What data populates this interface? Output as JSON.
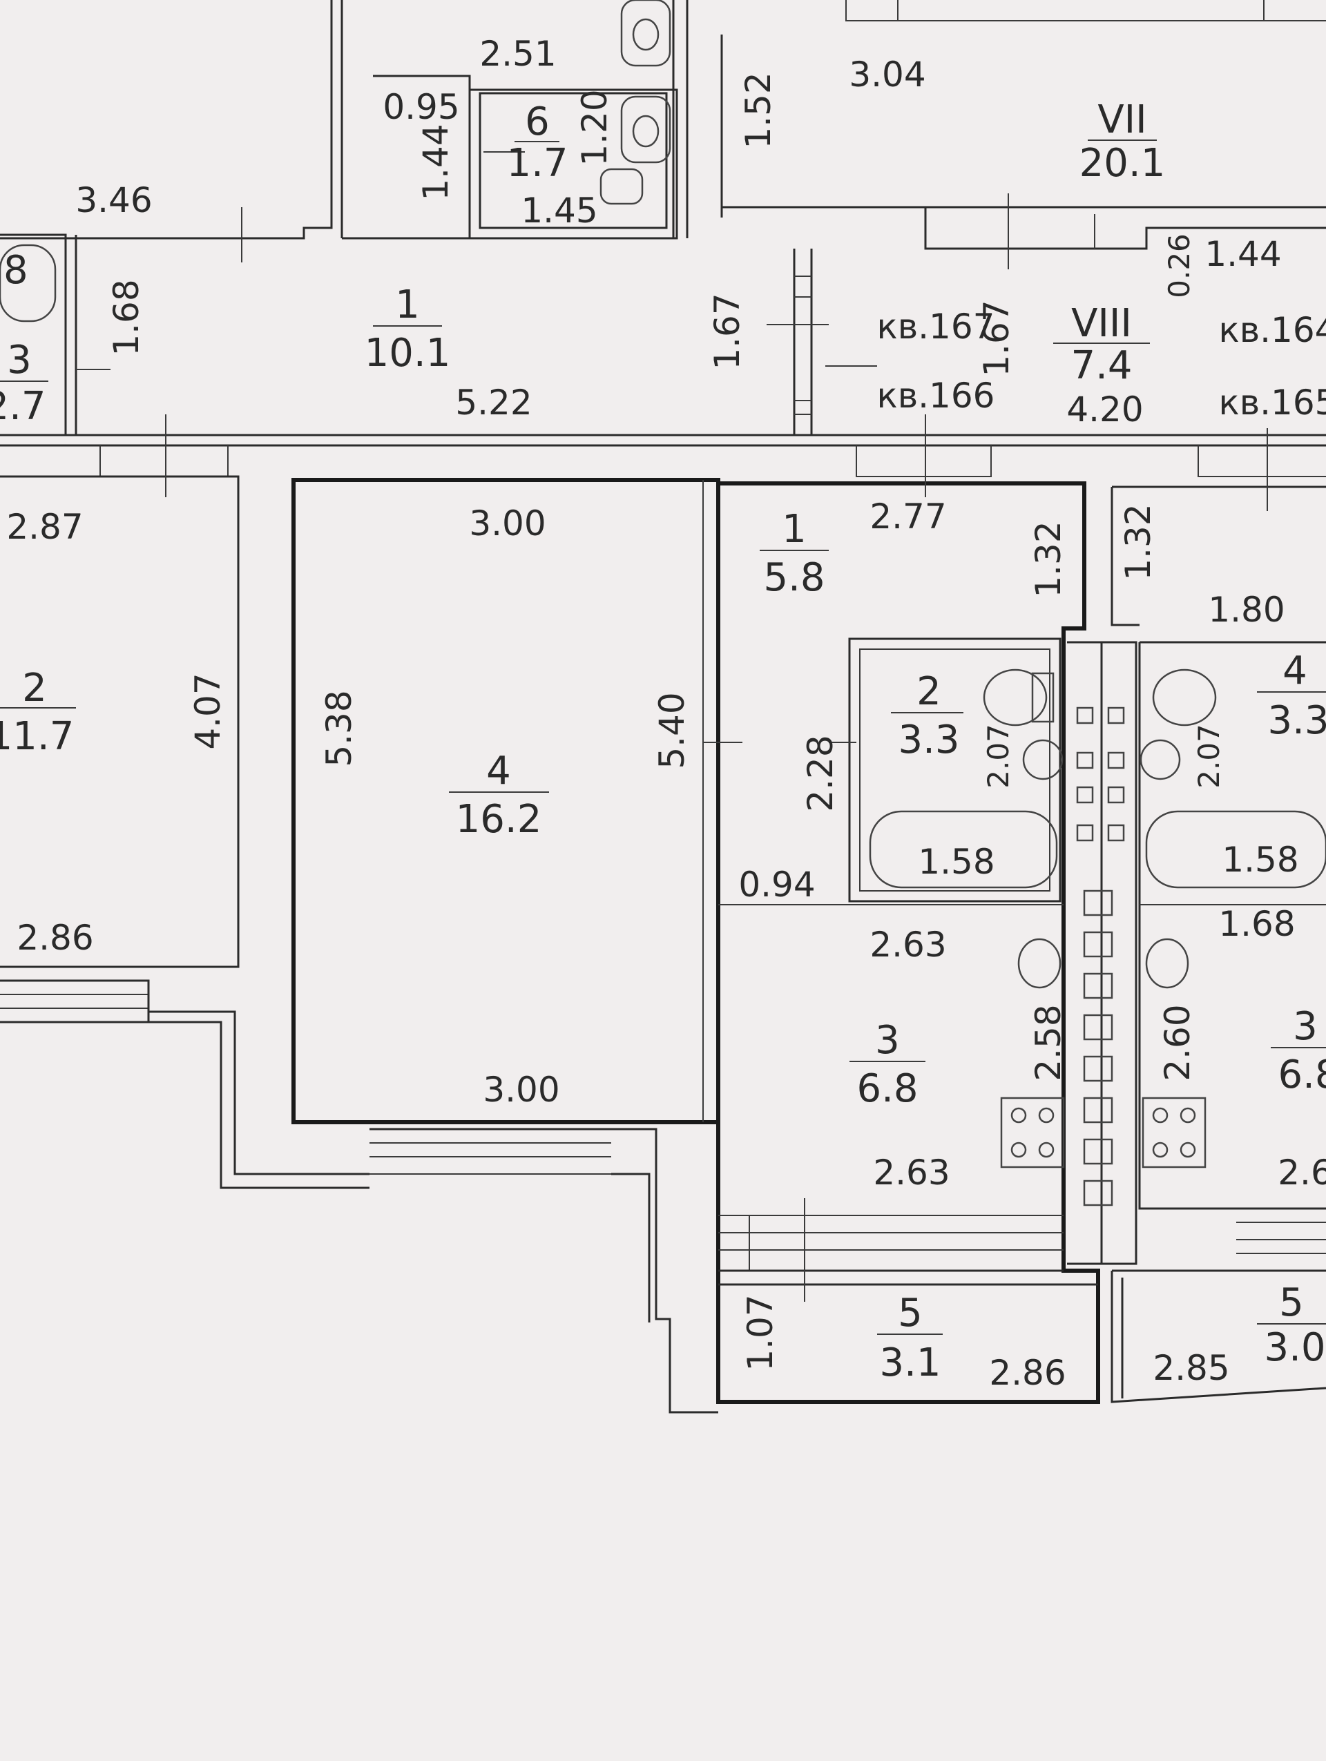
{
  "rooms": [
    {
      "num": "VII",
      "area": "20.1"
    },
    {
      "num": "VIII",
      "area": "7.4"
    },
    {
      "num": "6",
      "area": "1.7"
    },
    {
      "num": "1",
      "area": "10.1"
    },
    {
      "num": "3",
      "area": "2.7"
    },
    {
      "num": "2",
      "area": "11.7"
    },
    {
      "num": "4",
      "area": "16.2"
    },
    {
      "num": "1",
      "area": "5.8"
    },
    {
      "num": "2",
      "area": "3.3"
    },
    {
      "num": "3",
      "area": "6.8"
    },
    {
      "num": "5",
      "area": "3.1"
    },
    {
      "num": "4",
      "area": "3.3"
    },
    {
      "num": "3",
      "area": "6.8"
    },
    {
      "num": "5",
      "area": "3.0"
    }
  ],
  "dims": [
    "2.51",
    "0.95",
    "1.44",
    "1.20",
    "1.45",
    "3.46",
    "1.52",
    "3.04",
    "0.26",
    "1.44",
    "1.68",
    "1.67",
    "1.67",
    "5.22",
    "4.20",
    "2.87",
    "4.07",
    "2.86",
    "3.00",
    "5.38",
    "5.40",
    "3.00",
    "2.77",
    "1.32",
    "1.32",
    "1.80",
    "2.28",
    "2.07",
    "2.07",
    "1.58",
    "1.58",
    "0.94",
    "2.63",
    "1.68",
    "2.58",
    "2.60",
    "2.63",
    "1.07",
    "2.86",
    "2.85"
  ],
  "apt_labels": [
    "кв.167",
    "кв.166",
    "кв.164",
    "кв.165"
  ],
  "partial": {
    "room_left_top": "8",
    "room_right_area": "2.7",
    "dim_bottom_right": "2.6"
  }
}
